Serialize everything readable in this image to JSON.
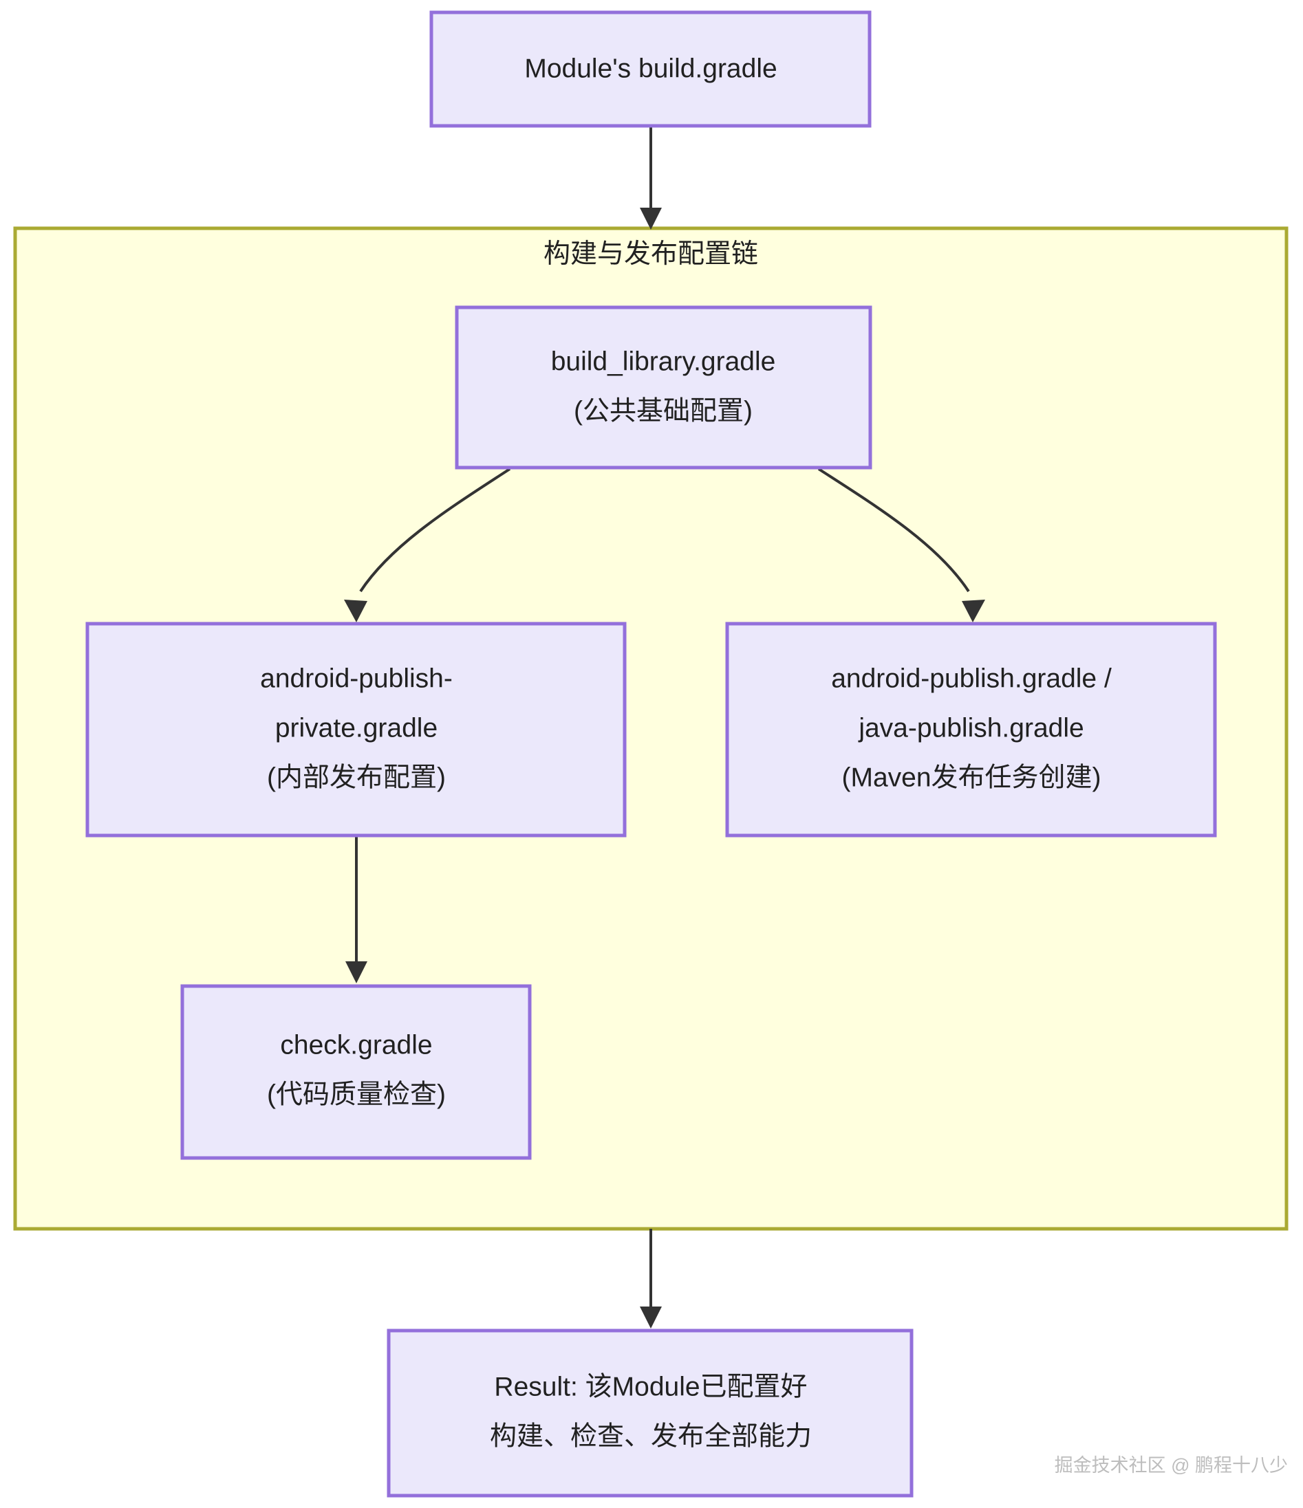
{
  "diagram": {
    "type": "flowchart",
    "direction": "top-down",
    "background_color": "#ffffff",
    "node_fill": "#ebe8fb",
    "node_stroke": "#9370db",
    "cluster_fill": "#ffffde",
    "cluster_stroke": "#aaaa33",
    "edge_color": "#333333",
    "text_color": "#212121"
  },
  "cluster": {
    "title": "构建与发布配置链"
  },
  "nodes": {
    "module_build_gradle": {
      "lines": [
        "Module's build.gradle"
      ]
    },
    "build_library_gradle": {
      "lines": [
        "build_library.gradle",
        "(公共基础配置)"
      ]
    },
    "android_publish_private": {
      "lines": [
        "android-publish-",
        "private.gradle",
        "(内部发布配置)"
      ]
    },
    "android_java_publish": {
      "lines": [
        "android-publish.gradle /",
        "java-publish.gradle",
        "(Maven发布任务创建)"
      ]
    },
    "check_gradle": {
      "lines": [
        "check.gradle",
        "(代码质量检查)"
      ]
    },
    "result": {
      "lines": [
        "Result: 该Module已配置好",
        "构建、检查、发布全部能力"
      ]
    }
  },
  "edges": [
    {
      "from": "module_build_gradle",
      "to": "cluster",
      "label": ""
    },
    {
      "from": "build_library_gradle",
      "to": "android_publish_private",
      "label": ""
    },
    {
      "from": "build_library_gradle",
      "to": "android_java_publish",
      "label": ""
    },
    {
      "from": "android_publish_private",
      "to": "check_gradle",
      "label": ""
    },
    {
      "from": "cluster",
      "to": "result",
      "label": ""
    }
  ],
  "watermark": {
    "text": "掘金技术社区 @ 鹏程十八少"
  }
}
